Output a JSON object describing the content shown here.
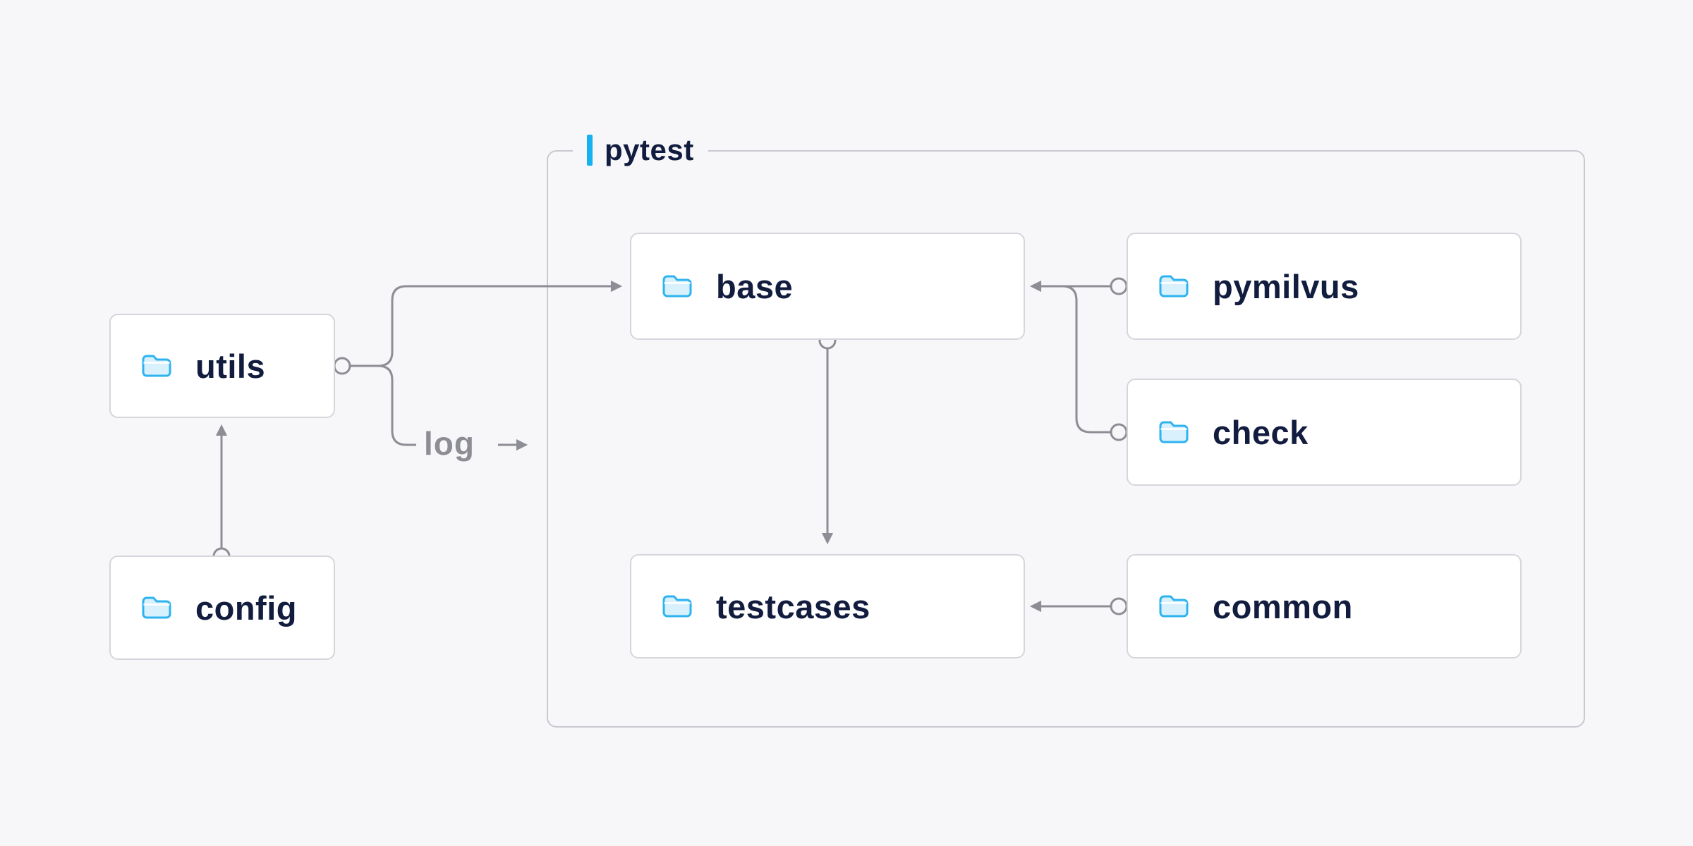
{
  "diagram": {
    "container_label": "pytest",
    "log_label": "log",
    "nodes": {
      "utils": {
        "label": "utils"
      },
      "config": {
        "label": "config"
      },
      "base": {
        "label": "base"
      },
      "pymilvus": {
        "label": "pymilvus"
      },
      "check": {
        "label": "check"
      },
      "testcases": {
        "label": "testcases"
      },
      "common": {
        "label": "common"
      }
    },
    "edges": [
      {
        "from": "utils",
        "to": "base"
      },
      {
        "from": "utils",
        "to": "log"
      },
      {
        "from": "config",
        "to": "utils"
      },
      {
        "from": "pymilvus",
        "to": "base"
      },
      {
        "from": "check",
        "to": "base"
      },
      {
        "from": "base",
        "to": "testcases"
      },
      {
        "from": "common",
        "to": "testcases"
      }
    ],
    "colors": {
      "background": "#f7f7f9",
      "box_border": "#d5d5dc",
      "text_navy": "#121c3e",
      "line_gray": "#8d8d95",
      "accent_blue": "#14b2f1",
      "folder_stroke": "#2db3ef",
      "folder_fill": "#d8f1fd"
    }
  }
}
